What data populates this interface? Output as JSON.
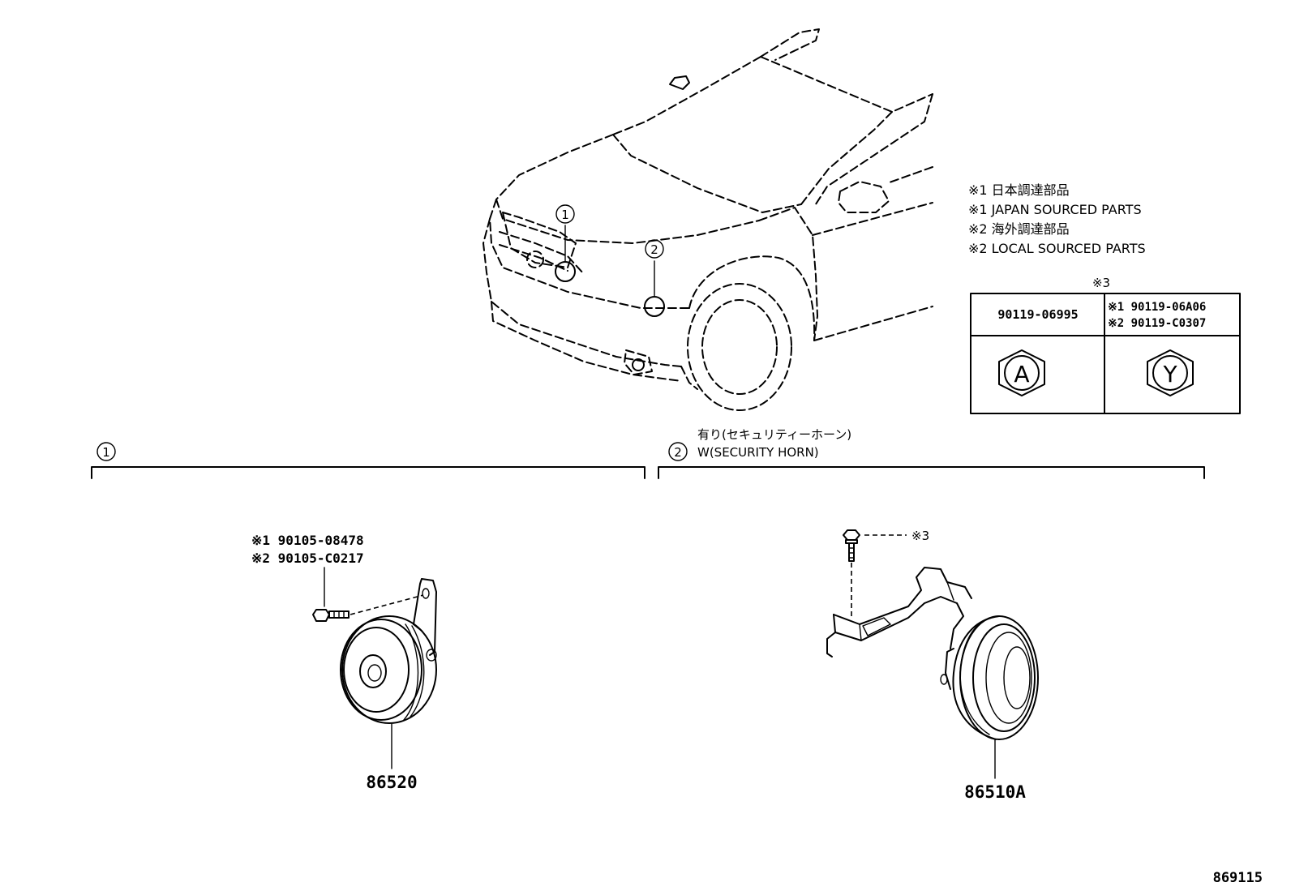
{
  "notes": {
    "line1": "※1 日本調達部品",
    "line2": "※1 JAPAN SOURCED PARTS",
    "line3": "※2 海外調達部品",
    "line4": "※2 LOCAL SOURCED PARTS"
  },
  "nut_table": {
    "header_mark": "※3",
    "left_part": "90119-06995",
    "right_line1": "※1  90119-06A06",
    "right_line2": "※2  90119-C0307",
    "left_symbol": "A",
    "right_symbol": "Y"
  },
  "car_callouts": [
    "1",
    "2"
  ],
  "section1": {
    "marker": "1",
    "bolt_label_1": "※1 90105-08478",
    "bolt_label_2": "※2 90105-C0217",
    "horn_part": "86520"
  },
  "section2": {
    "marker": "2",
    "title_jp": "有り(セキュリティーホーン)",
    "title_en": "W(SECURITY HORN)",
    "bolt_label": "※3",
    "horn_part": "86510A"
  },
  "illustration_code": "869115"
}
